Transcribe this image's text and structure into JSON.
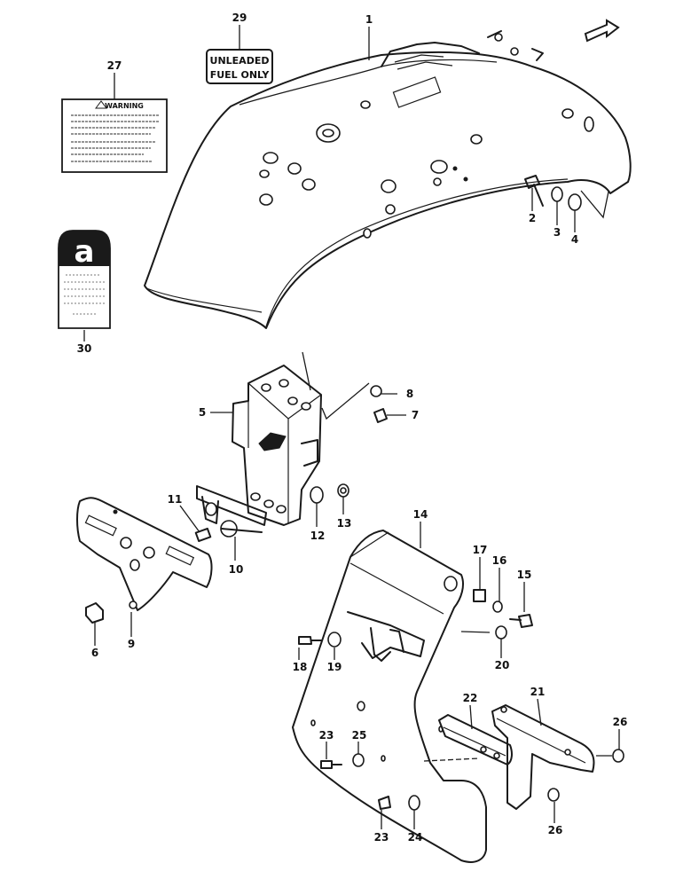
{
  "callouts": {
    "n1": "1",
    "n2": "2",
    "n3": "3",
    "n4": "4",
    "n5": "5",
    "n6": "6",
    "n7": "7",
    "n8": "8",
    "n9": "9",
    "n10": "10",
    "n11": "11",
    "n12": "12",
    "n13": "13",
    "n14": "14",
    "n15": "15",
    "n16": "16",
    "n17": "17",
    "n18": "18",
    "n19": "19",
    "n20": "20",
    "n21": "21",
    "n22": "22",
    "n23a": "23",
    "n23b": "23",
    "n24": "24",
    "n25": "25",
    "n26a": "26",
    "n26b": "26",
    "n27": "27",
    "n29": "29",
    "n30": "30"
  },
  "fuel_label": {
    "line1": "UNLEADED",
    "line2": "FUEL ONLY"
  },
  "warning_label": {
    "title": "WARNING"
  },
  "tire_label": {
    "letter": "a"
  }
}
